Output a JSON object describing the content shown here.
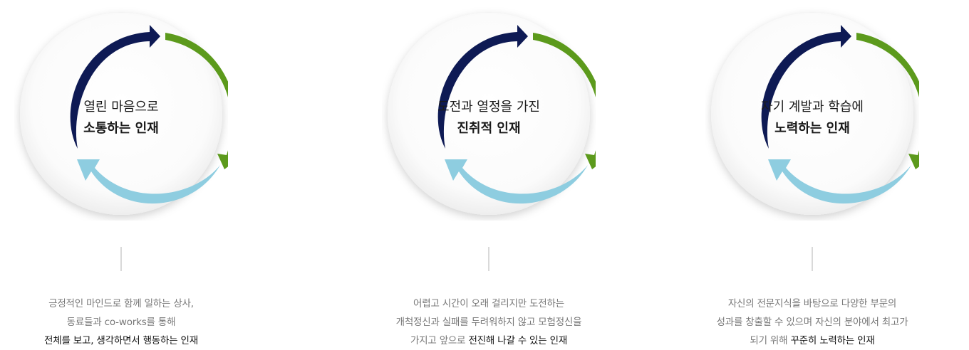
{
  "colors": {
    "navy_arrow": "#0e1a54",
    "green_arrow": "#5c9a1c",
    "light_blue_arrow": "#8ecde0",
    "divider": "#d9d9d9",
    "desc_text": "#777777",
    "strong_text": "#111111"
  },
  "items": [
    {
      "title_line1": "열린 마음으로",
      "title_line2": "소통하는 인재",
      "desc_line1": "긍정적인 마인드로 함께 일하는 상사,",
      "desc_line2": "동료들과 co-works를 통해",
      "desc_line3_plain": "",
      "desc_line3_strong": "전체를 보고, 생각하면서 행동하는 인재"
    },
    {
      "title_line1": "도전과 열정을 가진",
      "title_line2": "진취적 인재",
      "desc_line1": "어렵고 시간이 오래 걸리지만 도전하는",
      "desc_line2": "개척정신과 실패를 두려워하지 않고 모험정신을",
      "desc_line3_plain": "가지고 앞으로 ",
      "desc_line3_strong": "전진해 나갈 수 있는 인재"
    },
    {
      "title_line1": "자기 계발과 학습에",
      "title_line2": "노력하는 인재",
      "desc_line1": "자신의 전문지식을 바탕으로 다양한 부문의",
      "desc_line2": "성과를 창출할 수 있으며 자신의 분야에서 최고가",
      "desc_line3_plain": "되기 위해 ",
      "desc_line3_strong": "꾸준히 노력하는 인재"
    }
  ]
}
